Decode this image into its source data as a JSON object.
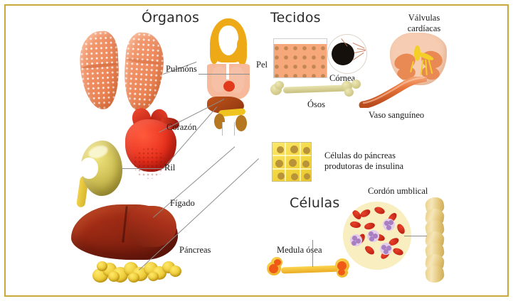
{
  "frame": {
    "border_color": "#c9a83c",
    "background": "#ffffff"
  },
  "panels": {
    "organs": {
      "heading": "Órganos",
      "labels": {
        "lungs": "Pulmóns",
        "heart": "Corazón",
        "kidney": "Ril",
        "liver": "Fígado",
        "pancreas": "Páncreas"
      },
      "colors": {
        "lung": "#ef8e62",
        "heart": "#e8301c",
        "kidney": "#cfc055",
        "liver": "#9c2a14",
        "pancreas": "#e8c32a",
        "hair": "#eeaa16",
        "skin": "#f6b99b"
      }
    },
    "tissues": {
      "heading": "Tecidos",
      "labels": {
        "skin": "Pel",
        "cornea": "Córnea",
        "valves_line1": "Válvulas",
        "valves_line2": "cardíacas",
        "bones": "Ósos",
        "vessel": "Vaso sanguíneo"
      },
      "colors": {
        "skin": "#f7a87a",
        "skin_dots": "#b9804a",
        "cornea_pupil": "#16100c",
        "valve": "#f6cdb2",
        "valve_chamber": "#e98a55",
        "valve_yellow": "#f3cf27",
        "bone": "#c8c080",
        "vessel": "#e0703a"
      }
    },
    "cells": {
      "heading": "Células",
      "labels": {
        "pancreas_cells_line1": "Células do páncreas",
        "pancreas_cells_line2": "produtoras de insulina",
        "umbilical_cord": "Cordón umblical",
        "bone_marrow": "Medula ósea"
      },
      "colors": {
        "pancreas_cells": "#f2d53c",
        "pancreas_nucleus": "#b8933a",
        "blood_background": "#f8eec0",
        "red_blood_cell": "#d4301a",
        "white_blood_cell": "#c9a3dd",
        "marrow": "#ef5a16",
        "cord": "#e9cf88"
      }
    }
  }
}
